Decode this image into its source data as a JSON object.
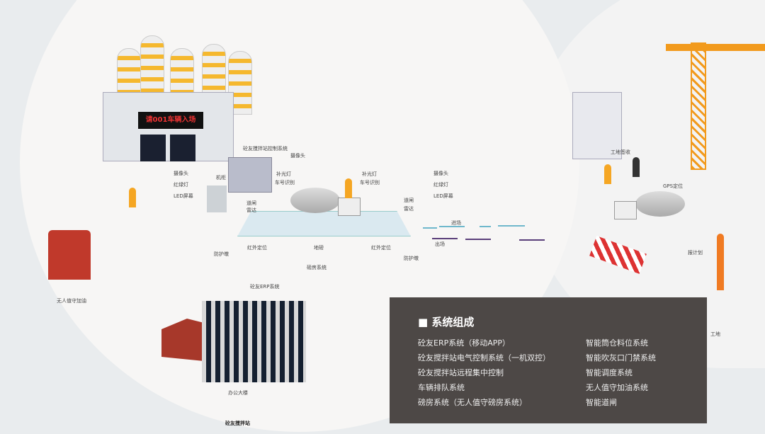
{
  "plant": {
    "led_sign": "请001车辆入场",
    "control_system": "砼友搅拌站控制系统",
    "cabinet": "机柜"
  },
  "left_gate": {
    "camera": "摄像头",
    "traffic_light": "红绿灯",
    "led_screen": "LED屏幕",
    "barrier": "道闸",
    "radar": "雷达",
    "bollard": "防护墩"
  },
  "center": {
    "camera": "摄像头",
    "fill_light_1": "补光灯",
    "plate_recognition_1": "车号识别",
    "fill_light_2": "补光灯",
    "plate_recognition_2": "车号识别",
    "infrared_1": "红外定位",
    "weighbridge": "地磅",
    "infrared_2": "红外定位",
    "weighroom_system": "磅房系统"
  },
  "right_gate": {
    "camera": "摄像头",
    "traffic_light": "红绿灯",
    "led_screen": "LED屏幕",
    "barrier": "道闸",
    "radar": "雷达",
    "bollard": "防护墩",
    "enter": "进场",
    "exit": "出场"
  },
  "office": {
    "erp": "砼友ERP系统",
    "building": "办公大楼",
    "station": "砼友搅拌站",
    "fuel": "无人值守加油"
  },
  "site": {
    "sign_off": "工地签收",
    "gps": "GPS定位",
    "plan": "报计划",
    "site": "工地"
  },
  "panel": {
    "title": "系统组成",
    "left": [
      "砼友ERP系统（移动APP）",
      "砼友搅拌站电气控制系统（一机双控）",
      "砼友搅拌站远程集中控制",
      "车辆排队系统",
      "磅房系统（无人值守磅房系统）"
    ],
    "right": [
      "智能筒仓料位系统",
      "智能吹灰口门禁系统",
      "智能调度系统",
      "无人值守加油系统",
      "智能道闸"
    ]
  },
  "colors": {
    "panel_bg": "#4d4846",
    "enter_arrow": "#6fb8cc",
    "exit_arrow": "#5a3f7a",
    "silo_band": "#f5b82e",
    "crane": "#f29a1c"
  }
}
